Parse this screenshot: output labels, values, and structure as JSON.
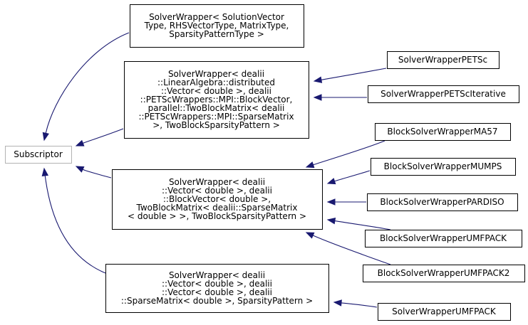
{
  "diagram": {
    "nodes": [
      {
        "id": "subscriptor",
        "lines": [
          "Subscriptor"
        ]
      },
      {
        "id": "solver-wrapper-generic",
        "lines": [
          "SolverWrapper< SolutionVector",
          "Type, RHSVectorType, MatrixType,",
          "SparsityPatternType >"
        ]
      },
      {
        "id": "solver-wrapper-petsc-block",
        "lines": [
          "SolverWrapper< dealii",
          "::LinearAlgebra::distributed",
          "::Vector< double >, dealii",
          "::PETScWrappers::MPI::BlockVector,",
          " parallel::TwoBlockMatrix< dealii",
          "::PETScWrappers::MPI::SparseMatrix",
          " >, TwoBlockSparsityPattern >"
        ]
      },
      {
        "id": "solver-wrapper-block",
        "lines": [
          "SolverWrapper< dealii",
          "::Vector< double >, dealii",
          "::BlockVector< double >,",
          " TwoBlockMatrix< dealii::SparseMatrix",
          "< double > >, TwoBlockSparsityPattern >"
        ]
      },
      {
        "id": "solver-wrapper-sparse",
        "lines": [
          "SolverWrapper< dealii",
          "::Vector< double >, dealii",
          "::Vector< double >, dealii",
          "::SparseMatrix< double >, SparsityPattern >"
        ]
      },
      {
        "id": "solver-wrapper-petsc",
        "lines": [
          "SolverWrapperPETSc"
        ]
      },
      {
        "id": "solver-wrapper-petsc-iterative",
        "lines": [
          "SolverWrapperPETScIterative"
        ]
      },
      {
        "id": "block-solver-wrapper-ma57",
        "lines": [
          "BlockSolverWrapperMA57"
        ]
      },
      {
        "id": "block-solver-wrapper-mumps",
        "lines": [
          "BlockSolverWrapperMUMPS"
        ]
      },
      {
        "id": "block-solver-wrapper-pardiso",
        "lines": [
          "BlockSolverWrapperPARDISO"
        ]
      },
      {
        "id": "block-solver-wrapper-umfpack",
        "lines": [
          "BlockSolverWrapperUMFPACK"
        ]
      },
      {
        "id": "block-solver-wrapper-umfpack2",
        "lines": [
          "BlockSolverWrapperUMFPACK2"
        ]
      },
      {
        "id": "solver-wrapper-umfpack",
        "lines": [
          "SolverWrapperUMFPACK"
        ]
      }
    ],
    "edges": [
      {
        "from": "solver-wrapper-generic",
        "to": "subscriptor"
      },
      {
        "from": "solver-wrapper-petsc-block",
        "to": "subscriptor"
      },
      {
        "from": "solver-wrapper-block",
        "to": "subscriptor"
      },
      {
        "from": "solver-wrapper-sparse",
        "to": "subscriptor"
      },
      {
        "from": "solver-wrapper-petsc",
        "to": "solver-wrapper-petsc-block"
      },
      {
        "from": "solver-wrapper-petsc-iterative",
        "to": "solver-wrapper-petsc-block"
      },
      {
        "from": "block-solver-wrapper-ma57",
        "to": "solver-wrapper-block"
      },
      {
        "from": "block-solver-wrapper-mumps",
        "to": "solver-wrapper-block"
      },
      {
        "from": "block-solver-wrapper-pardiso",
        "to": "solver-wrapper-block"
      },
      {
        "from": "block-solver-wrapper-umfpack",
        "to": "solver-wrapper-block"
      },
      {
        "from": "block-solver-wrapper-umfpack2",
        "to": "solver-wrapper-block"
      },
      {
        "from": "solver-wrapper-umfpack",
        "to": "solver-wrapper-sparse"
      }
    ],
    "colors": {
      "edge": "#191970",
      "box_border": "#000000",
      "root_border": "#b3b3b3",
      "background": "#ffffff"
    }
  }
}
